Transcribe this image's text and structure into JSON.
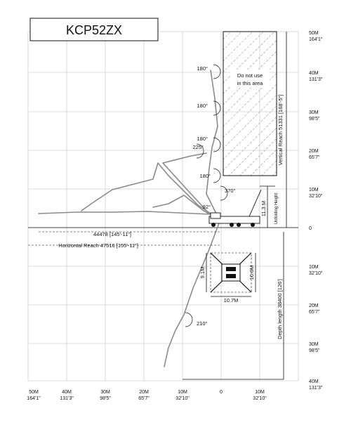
{
  "model": "KCP52ZX",
  "right_axis": [
    {
      "m": "50M",
      "ft": "164'1\""
    },
    {
      "m": "40M",
      "ft": "131'3\""
    },
    {
      "m": "30M",
      "ft": "98'5\""
    },
    {
      "m": "20M",
      "ft": "65'7\""
    },
    {
      "m": "10M",
      "ft": "32'10\""
    },
    {
      "m": "0",
      "ft": ""
    },
    {
      "m": "10M",
      "ft": "32'10\""
    },
    {
      "m": "20M",
      "ft": "65'7\""
    },
    {
      "m": "30M",
      "ft": "98'5\""
    },
    {
      "m": "40M",
      "ft": "131'3\""
    }
  ],
  "bottom_axis": [
    {
      "m": "50M",
      "ft": "164'1\""
    },
    {
      "m": "40M",
      "ft": "131'3\""
    },
    {
      "m": "30M",
      "ft": "98'5\""
    },
    {
      "m": "20M",
      "ft": "65'7\""
    },
    {
      "m": "10M",
      "ft": "32'10\""
    },
    {
      "m": "0",
      "ft": ""
    },
    {
      "m": "10M",
      "ft": "32'10\""
    }
  ],
  "labels": {
    "do_not_use_1": "Do not use",
    "do_not_use_2": "in this area",
    "vertical_reach": "Vertical Reach 51331 [168'-5\"]",
    "unfolding_height": "Unfolding Height",
    "unfolding_value": "11.3 M",
    "reach_44478": "44478 [145'-11\"]",
    "horizontal_reach": "Horizontal Reach 47516 [155'-11\"]",
    "depth_length": "Depth length 38400 [126']",
    "outrigger_left": "9.1M",
    "outrigger_right": "10.6M",
    "outrigger_width": "10.7M"
  },
  "angles": {
    "a1": "180°",
    "a2": "180°",
    "a3": "180°",
    "a4": "225°",
    "a5": "180°",
    "a6": "370°",
    "a7": "92°",
    "a8": "210°"
  }
}
